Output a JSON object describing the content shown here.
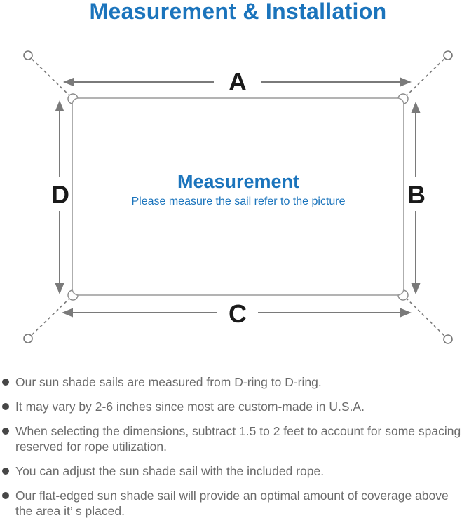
{
  "title": "Measurement & Installation",
  "diagram": {
    "center_title": "Measurement",
    "center_subtitle": "Please measure the sail refer to the picture",
    "labels": {
      "top": "A",
      "right": "B",
      "bottom": "C",
      "left": "D"
    }
  },
  "bullets": [
    "Our sun shade sails are measured from D-ring to D-ring.",
    "It may vary by 2-6 inches since most are custom-made in U.S.A.",
    "When selecting the dimensions, subtract 1.5 to 2 feet to account for some spacing\nreserved for rope utilization.",
    "You can adjust the sun shade sail with the included rope.",
    "Our flat-edged sun shade sail will provide an optimal amount of coverage above\nthe area it’ s placed."
  ],
  "colors": {
    "accent_blue": "#1b74bc",
    "text_gray": "#6b6b6b",
    "dot_gray": "#474747",
    "line_gray": "#7a7a7a",
    "border_gray": "#9a9a9a",
    "label_black": "#1a1a1a"
  }
}
